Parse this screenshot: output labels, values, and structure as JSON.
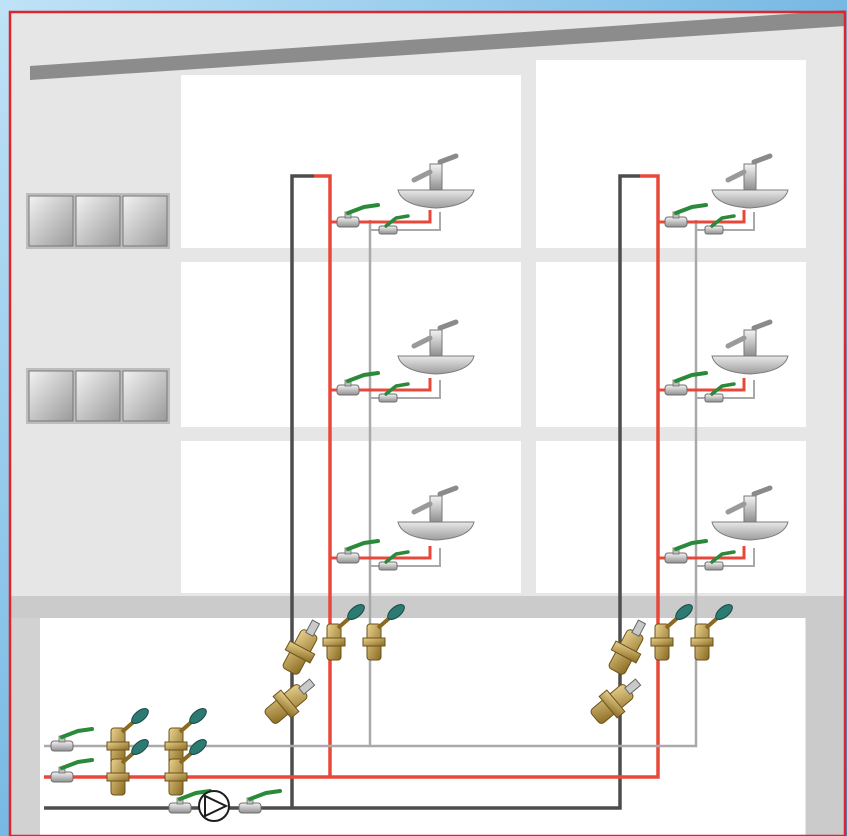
{
  "diagram": {
    "kind": "hot water supply and circulation piping schematic of a building",
    "labels": [],
    "floors": [
      "floor-3",
      "floor-2",
      "floor-1",
      "basement"
    ],
    "risers": [
      "riser-left",
      "riser-right"
    ],
    "basins_per_riser": 3,
    "pipes": [
      {
        "id": "hot-supply",
        "color": "#e8483a"
      },
      {
        "id": "cold-water",
        "color": "#a9a9a9"
      },
      {
        "id": "circulation-return",
        "color": "#4d4d4d"
      }
    ],
    "fittings": [
      "ball-valve",
      "strainer",
      "pump",
      "balancing-valve",
      "angle-valve"
    ],
    "colors": {
      "sky": "#6fb7e3",
      "frame": "#e0242a",
      "wall": "#e6e6e6",
      "column": "#cbcbcb",
      "roof": "#8c8c8c",
      "valve_handle": "#2a8a3a",
      "brass": "#c9a95a",
      "teal_handwheel": "#2c7a72"
    }
  }
}
